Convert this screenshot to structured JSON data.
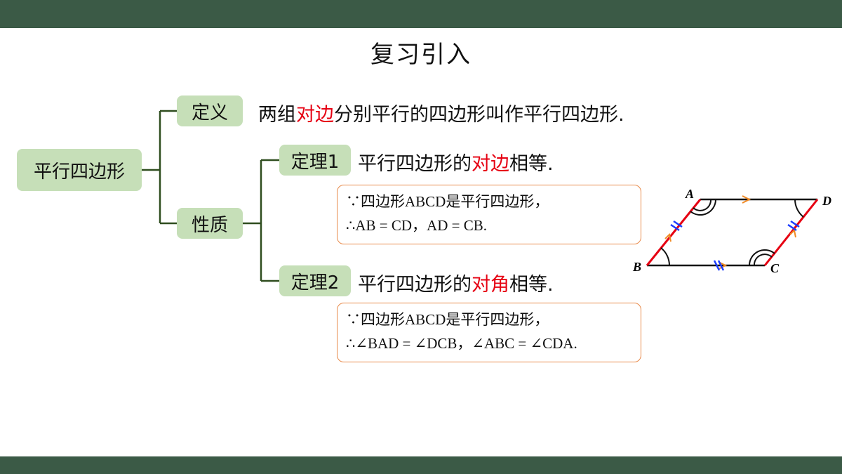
{
  "title": "复习引入",
  "root": "平行四边形",
  "definition": {
    "label": "定义",
    "text_before": "两组",
    "text_highlight": "对边",
    "text_after": "分别平行的四边形叫作平行四边形."
  },
  "properties": {
    "label": "性质",
    "theorem1": {
      "label": "定理1",
      "text_before": "平行四边形的",
      "text_highlight": "对边",
      "text_after": "相等.",
      "proof_line1": "∵四边形ABCD是平行四边形，",
      "proof_line2": "∴AB = CD，AD = CB."
    },
    "theorem2": {
      "label": "定理2",
      "text_before": "平行四边形的",
      "text_highlight": "对角",
      "text_after": "相等.",
      "proof_line1": "∵四边形ABCD是平行四边形，",
      "proof_line2": "∴∠BAD = ∠DCB，∠ABC = ∠CDA."
    }
  },
  "figure": {
    "labels": {
      "A": "A",
      "B": "B",
      "C": "C",
      "D": "D"
    },
    "colors": {
      "side": "#e60012",
      "edge": "#111111",
      "tick": "#1a3cff",
      "arrow": "#f08a24"
    }
  },
  "colors": {
    "bar": "#3b5a46",
    "node": "#c6dfb8",
    "highlight": "#e60012",
    "box_border": "#e88a4a"
  }
}
